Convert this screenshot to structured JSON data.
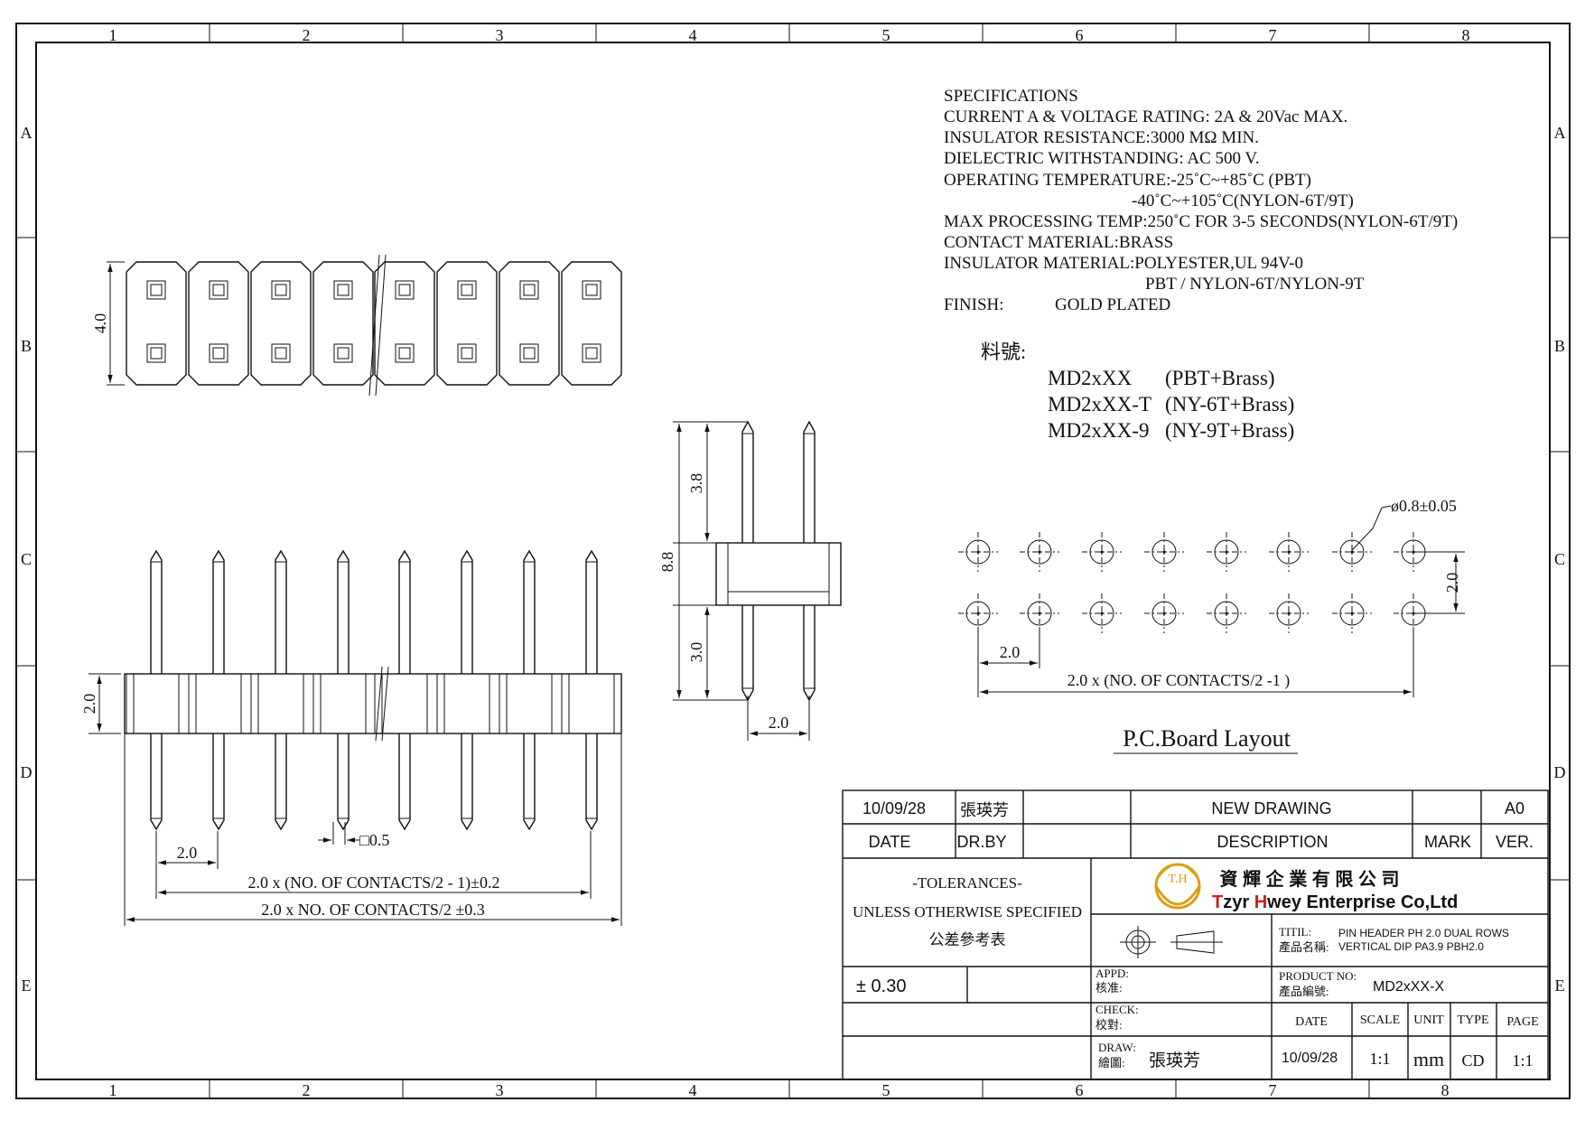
{
  "grid": {
    "cols": [
      "1",
      "2",
      "3",
      "4",
      "5",
      "6",
      "7",
      "8"
    ],
    "bottom_cols": [
      "1",
      "2",
      "3",
      "4",
      "5",
      "6",
      "7",
      "8"
    ],
    "rows": [
      "A",
      "B",
      "C",
      "D",
      "E"
    ]
  },
  "specs": {
    "heading": "SPECIFICATIONS",
    "lines": [
      "CURRENT A & VOLTAGE RATING: 2A & 20Vac MAX.",
      "INSULATOR RESISTANCE:3000 MΩ MIN.",
      "DIELECTRIC WITHSTANDING: AC 500 V.",
      "OPERATING TEMPERATURE:-25˚C~+85˚C (PBT)",
      "-40˚C~+105˚C(NYLON-6T/9T)",
      "MAX PROCESSING TEMP:250˚C FOR 3-5 SECONDS(NYLON-6T/9T)",
      "CONTACT MATERIAL:BRASS",
      "INSULATOR MATERIAL:POLYESTER,UL 94V-0",
      "PBT / NYLON-6T/NYLON-9T"
    ],
    "finish_label": "FINISH:",
    "finish_value": "GOLD PLATED",
    "part_label": "料號:",
    "parts": [
      {
        "code": "MD2xXX",
        "material": "(PBT+Brass)"
      },
      {
        "code": "MD2xXX-T",
        "material": "(NY-6T+Brass)"
      },
      {
        "code": "MD2xXX-9",
        "material": "(NY-9T+Brass)"
      }
    ]
  },
  "dims": {
    "top_height": "4.0",
    "front_height": "2.0",
    "front_pitch": "2.0",
    "square_pin": "□0.5",
    "span_contacts": "2.0 x (NO.  OF  CONTACTS/2 - 1)±0.2",
    "span_body": "2.0 x NO.  OF  CONTACTS/2 ±0.3",
    "side_top": "3.8",
    "side_total": "8.8",
    "side_bottom": "3.0",
    "side_pitch": "2.0",
    "hole_dia": "ø0.8±0.05",
    "pcb_row_pitch": "2.0",
    "pcb_col_pitch": "2.0",
    "pcb_span": "2.0 x (NO.  OF  CONTACTS/2 -1 )",
    "pcb_title": "P.C.Board  Layout"
  },
  "title_block": {
    "rev_date": "10/09/28",
    "rev_by": "張瑛芳",
    "rev_desc": "NEW  DRAWING",
    "rev_ver": "A0",
    "h_date": "DATE",
    "h_drby": "DR.BY",
    "h_desc": "DESCRIPTION",
    "h_mark": "MARK",
    "h_ver": "VER.",
    "tol_title": "-TOLERANCES-",
    "tol_sub": "UNLESS OTHERWISE SPECIFIED",
    "tol_cn": "公差參考表",
    "tol_value": "±  0.30",
    "company_cn": "資 輝 企 業 有 限 公 司",
    "company_en_1": "T",
    "company_en_2": "zyr ",
    "company_en_3": "H",
    "company_en_4": "wey Enterprise Co,Ltd",
    "logo_text": "T.H",
    "title_label": "TITIL:",
    "title_label_cn": "產品名稱:",
    "title_value_1": "PIN HEADER PH 2.0 DUAL ROWS",
    "title_value_2": "VERTICAL DIP PA3.9 PBH2.0",
    "appd_label": "APPD:",
    "appd_cn": "核准:",
    "product_label": "PRODUCT NO:",
    "product_cn": "產品編號:",
    "product_value": "MD2xXX-X",
    "check_label": "CHECK:",
    "check_cn": "校對:",
    "draw_label": "DRAW:",
    "draw_cn": "繪圖:",
    "draw_name": "張瑛芳",
    "h_date2": "DATE",
    "h_scale": "SCALE",
    "h_unit": "UNIT",
    "h_type": "TYPE",
    "h_page": "PAGE",
    "date2": "10/09/28",
    "scale": "1:1",
    "unit": "mm",
    "type": "CD",
    "page": "1:1",
    "logo_color": "#d8a018",
    "accent_red": "#c8201a"
  }
}
